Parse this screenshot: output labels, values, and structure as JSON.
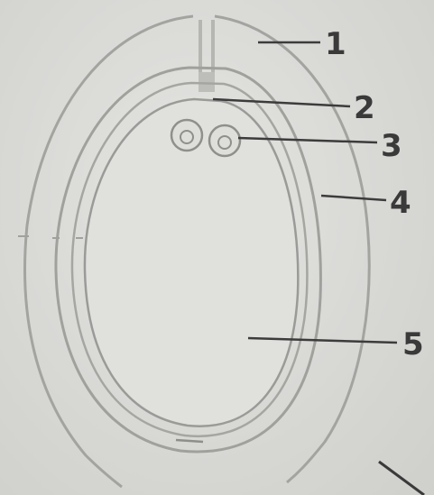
{
  "labels": [
    {
      "id": "label-1",
      "text": "1"
    },
    {
      "id": "label-2",
      "text": "2"
    },
    {
      "id": "label-3",
      "text": "3"
    },
    {
      "id": "label-4",
      "text": "4"
    },
    {
      "id": "label-5",
      "text": "5"
    }
  ],
  "colors": {
    "paper": "#d9d9d6",
    "outline": "#9a9a98",
    "leader": "#3c3c3c",
    "text": "#3a3a3a",
    "micropyle": "#b5b5b2"
  }
}
